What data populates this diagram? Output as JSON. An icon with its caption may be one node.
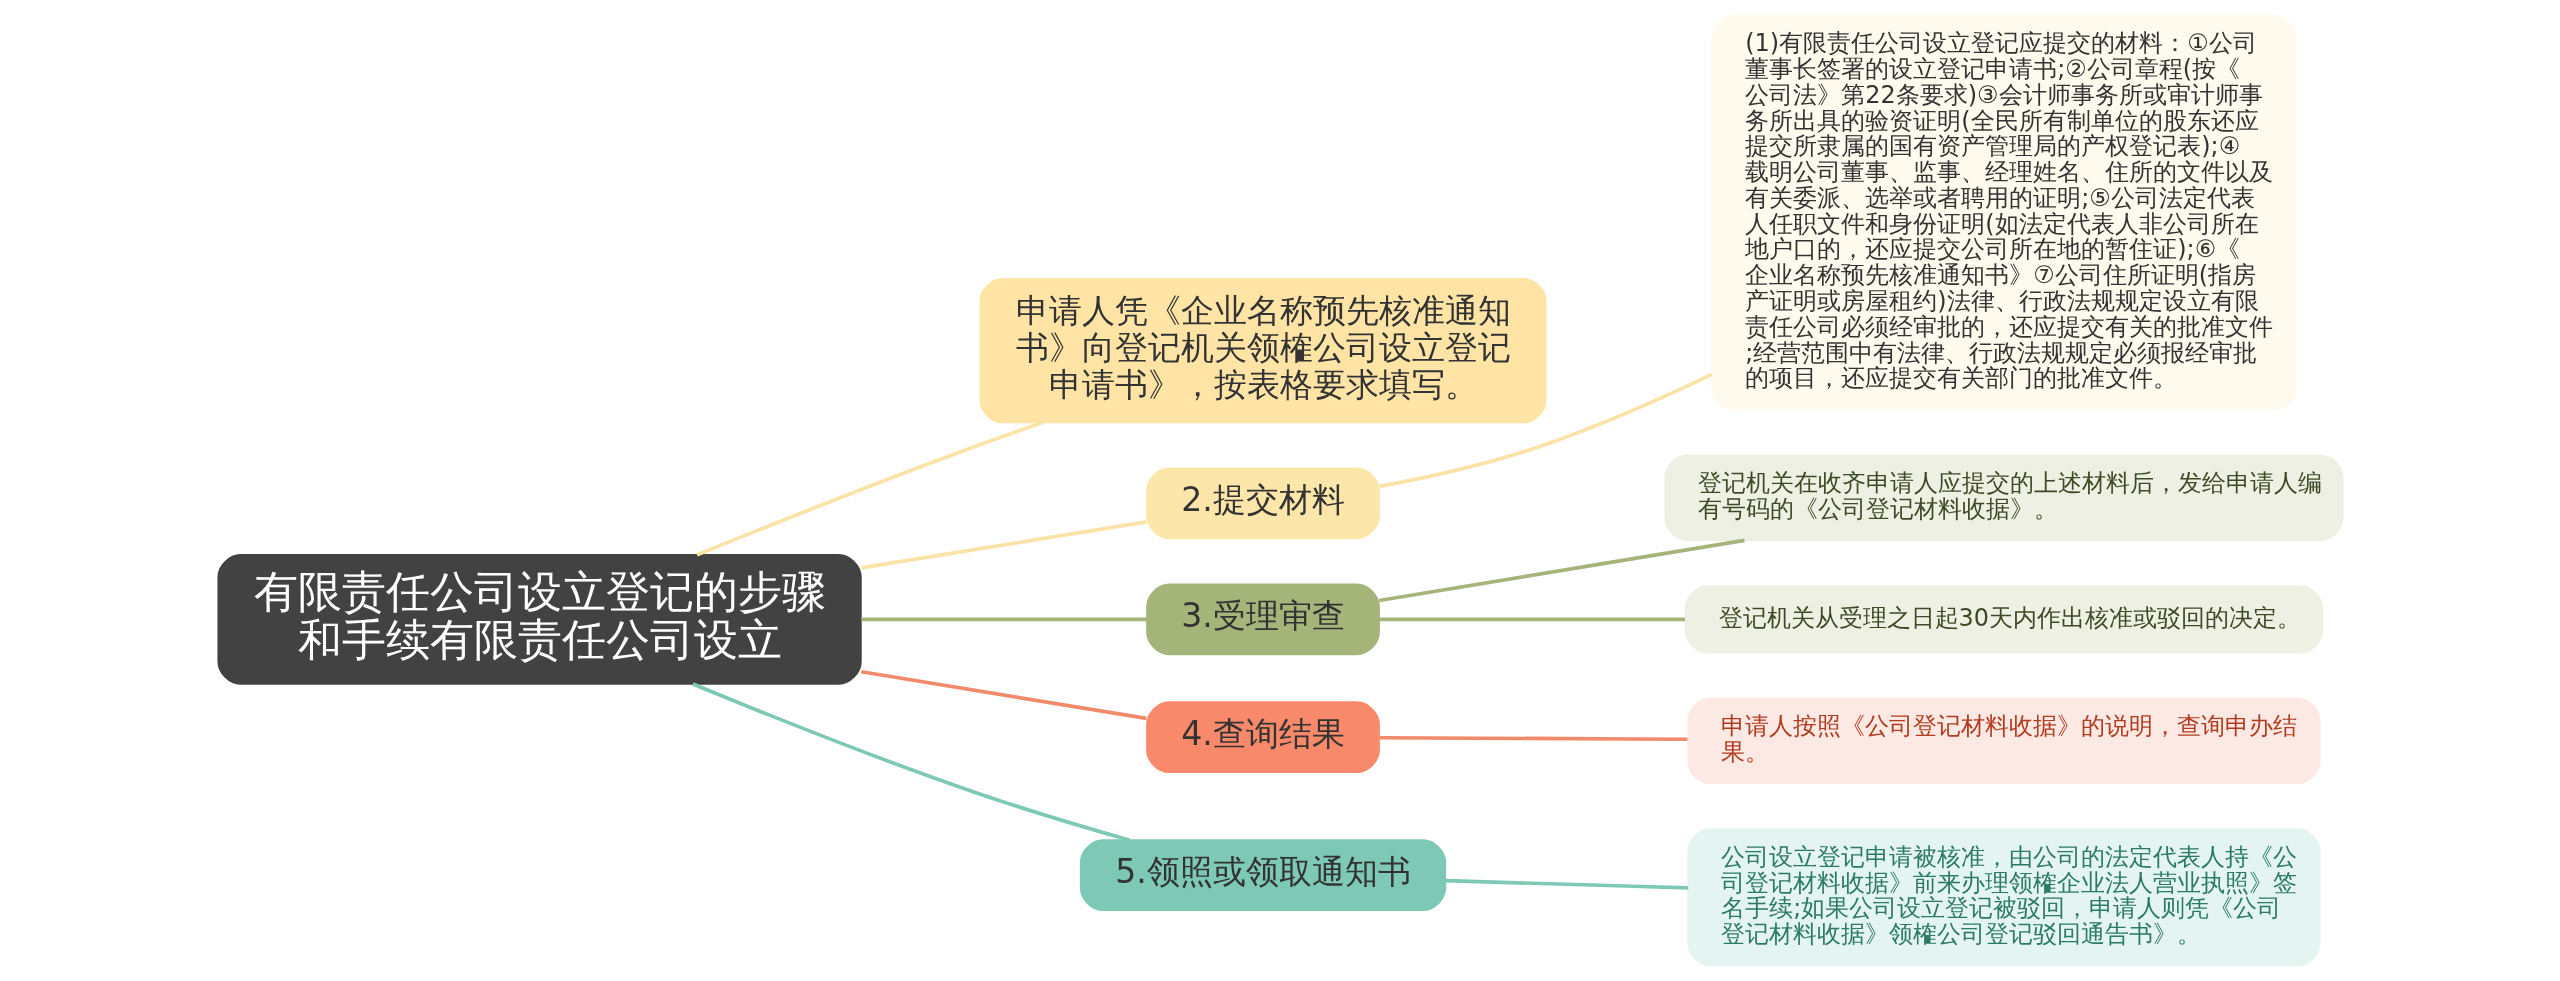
{
  "diagram": {
    "nodes": [
      {
        "text": [
          "有限责任公司设立登记的步骤和手续有限责任公司设立"
        ]
      },
      {
        "text": [
          "申请人凭《企业名称预先核准通知书》向登记机关领榷公司设立登记申请书》，按表格要求填写。"
        ]
      },
      {
        "text": [
          "2.提交材料"
        ]
      },
      {
        "text": [
          "(1)有限责任公司设立登记应提交的材料：①公司董事长签署的设立登记申请书;②公司章程(按《公司法》第22条要求)③会计师事务所或审计师事务所出具的验资证明(全民所有制单位的股东还应提交所隶属的国有资产管理局的产权登记表);④载明公司董事、监事、经理姓名、住所的文件以及有关委派、选举或者聘用的证明;⑤公司法定代表人任职文件和身份证明(如法定代表人非公司所在地户口的，还应提交公司所在地的暂住证);⑥《企业名称预先核准通知书》⑦公司住所证明(指房产证明或房屋租约)法律、行政法规规定设立有限责任公司必须经审批的，还应提交有关的批准文件;经营范围中有法律、行政法规规定必须报经审批的项目，还应提交有关部门的批准文件。"
        ]
      },
      {
        "text": [
          "3.受理审查"
        ]
      },
      {
        "text": [
          "登记机关在收齐申请人应提交的上述材料后，发给申请人编有号码的《公司登记材料收据》。"
        ]
      },
      {
        "text": [
          "登记机关从受理之日起30天内作出核准或驳回的决定。"
        ]
      },
      {
        "text": [
          "4.查询结果"
        ]
      },
      {
        "text": [
          "申请人按照《公司登记材料收据》的说明，查询申办结果。"
        ]
      },
      {
        "text": [
          "5.领照或领取通知书"
        ]
      },
      {
        "text": [
          "公司设立登记申请被核准，由公司的法定代表人持《公司登记材料收据》前来办理领榷企业法人营业执照》签名手续;如果公司设立登记被驳回，申请人则凭《公司登记材料收据》领榷公司登记驳回通告书》。"
        ]
      }
    ],
    "edges": [
      {
        "from": 0,
        "to": 1,
        "arrow": "none",
        "color": "#fbe3a7"
      },
      {
        "from": 0,
        "to": 2,
        "arrow": "none",
        "color": "#fbe3a7"
      },
      {
        "from": 2,
        "to": 3,
        "arrow": "none",
        "color": "#fbe3a7"
      },
      {
        "from": 0,
        "to": 4,
        "arrow": "none",
        "color": "#a5b57a"
      },
      {
        "from": 4,
        "to": 5,
        "arrow": "none",
        "color": "#a5b57a"
      },
      {
        "from": 4,
        "to": 6,
        "arrow": "none",
        "color": "#a5b57a"
      },
      {
        "from": 0,
        "to": 7,
        "arrow": "none",
        "color": "#f08a6a"
      },
      {
        "from": 7,
        "to": 8,
        "arrow": "none",
        "color": "#f08a6a"
      },
      {
        "from": 0,
        "to": 9,
        "arrow": "none",
        "color": "#7dc9b5"
      },
      {
        "from": 9,
        "to": 10,
        "arrow": "none",
        "color": "#7dc9b5"
      }
    ]
  }
}
